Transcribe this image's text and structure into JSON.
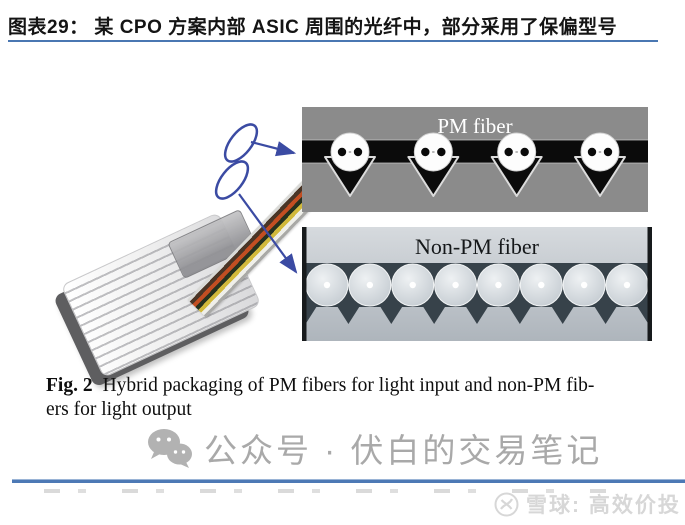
{
  "header": {
    "title": "图表29：  某 CPO 方案内部 ASIC 周围的光纤中，部分采用了保偏型号"
  },
  "figure": {
    "pm_panel": {
      "label": "PM fiber",
      "fiber_count": 4
    },
    "non_pm_panel": {
      "label": "Non-PM fiber",
      "fiber_count": 8
    }
  },
  "caption": {
    "fig_label": "Fig. 2",
    "line1": "Hybrid packaging of PM fibers for light input and non-PM fib-",
    "line2": "ers for light output"
  },
  "watermarks": {
    "wechat_text": "公众号 · 伏白的交易笔记",
    "xueqiu_text": "雪球: 高效价投"
  },
  "icons": {
    "wechat": "wechat-chat-bubbles-icon",
    "xueqiu": "xueqiu-snowball-icon"
  },
  "colors": {
    "title_underline": "#4a77b2",
    "divider_blue": "#4d79b5",
    "annotation_blue": "#3b4ba3",
    "pm_panel_gray": "#8b8b8b",
    "pm_band_black": "#0b0b0b",
    "non_pm_band": "#37424a",
    "watermark_gray": "#a9a9a9"
  }
}
